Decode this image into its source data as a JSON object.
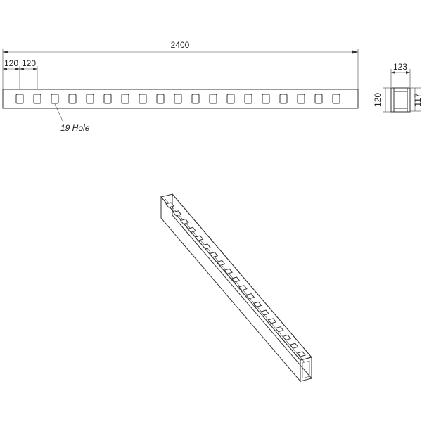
{
  "front_view": {
    "overall_length": "2400",
    "spacing_1": "120",
    "spacing_2": "120",
    "hole_count": 19,
    "hole_note": "19 Hole"
  },
  "end_view": {
    "width": "123",
    "height_left": "120",
    "height_right": "117"
  },
  "iso_view": {
    "hole_count": 19
  }
}
